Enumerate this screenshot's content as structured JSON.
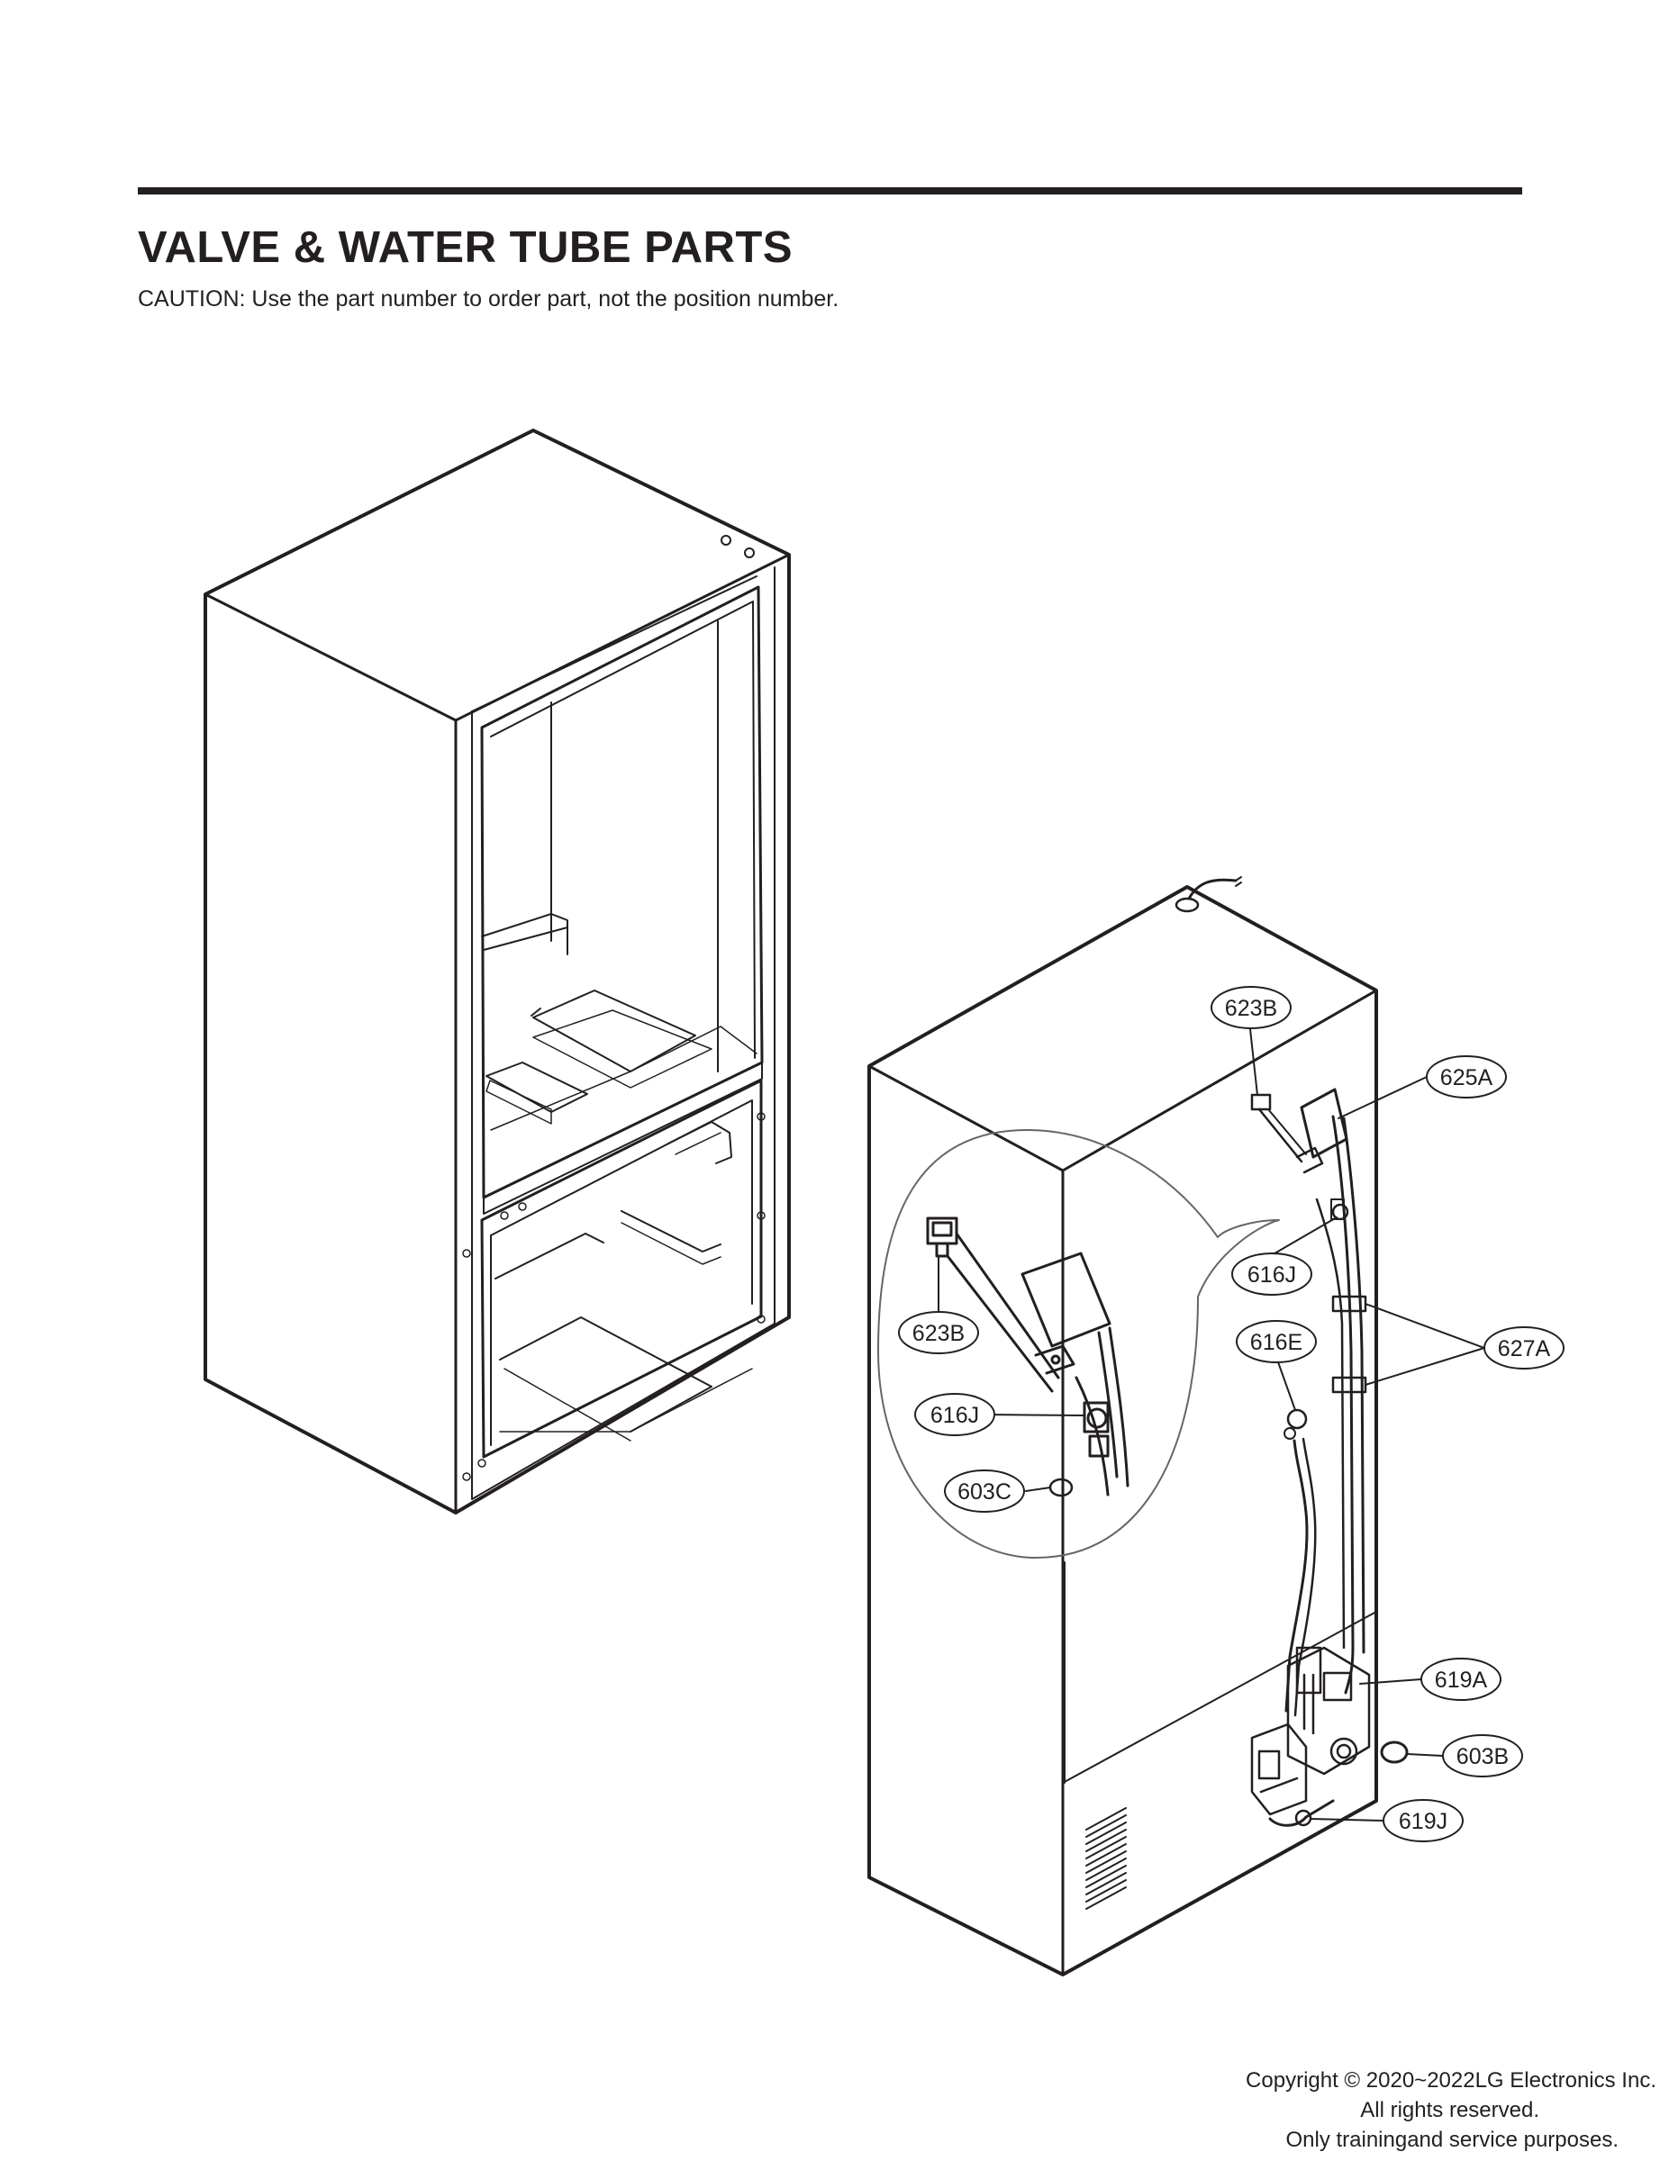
{
  "header": {
    "title": "VALVE & WATER TUBE PARTS",
    "caution": "CAUTION: Use the part number to order part, not the position number."
  },
  "callouts": {
    "c623B_main": "623B",
    "c625A": "625A",
    "c616J_main": "616J",
    "c616E": "616E",
    "c627A": "627A",
    "c619A": "619A",
    "c603B": "603B",
    "c619J": "619J",
    "c623B_detail": "623B",
    "c616J_detail": "616J",
    "c603C": "603C"
  },
  "footer": {
    "line1": "Copyright © 2020~2022LG Electronics Inc.",
    "line2": "All rights reserved.",
    "line3": "Only trainingand service purposes."
  }
}
